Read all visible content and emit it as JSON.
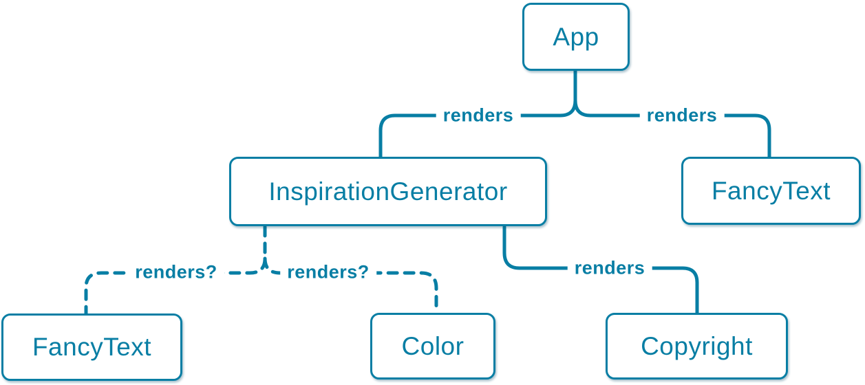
{
  "colors": {
    "accent": "#087ea4",
    "node_background": "#ffffff",
    "page_background": "#ffffff"
  },
  "nodes": [
    {
      "id": "app",
      "label": "App"
    },
    {
      "id": "inspiration-generator",
      "label": "InspirationGenerator"
    },
    {
      "id": "fancy-text-top",
      "label": "FancyText"
    },
    {
      "id": "fancy-text-bottom",
      "label": "FancyText"
    },
    {
      "id": "color",
      "label": "Color"
    },
    {
      "id": "copyright",
      "label": "Copyright"
    }
  ],
  "edges": [
    {
      "from": "App",
      "to": "InspirationGenerator",
      "label": "renders",
      "style": "solid"
    },
    {
      "from": "App",
      "to": "FancyText",
      "label": "renders",
      "style": "solid"
    },
    {
      "from": "InspirationGenerator",
      "to": "FancyText",
      "label": "renders?",
      "style": "dashed"
    },
    {
      "from": "InspirationGenerator",
      "to": "Color",
      "label": "renders?",
      "style": "dashed"
    },
    {
      "from": "InspirationGenerator",
      "to": "Copyright",
      "label": "renders",
      "style": "solid"
    }
  ]
}
